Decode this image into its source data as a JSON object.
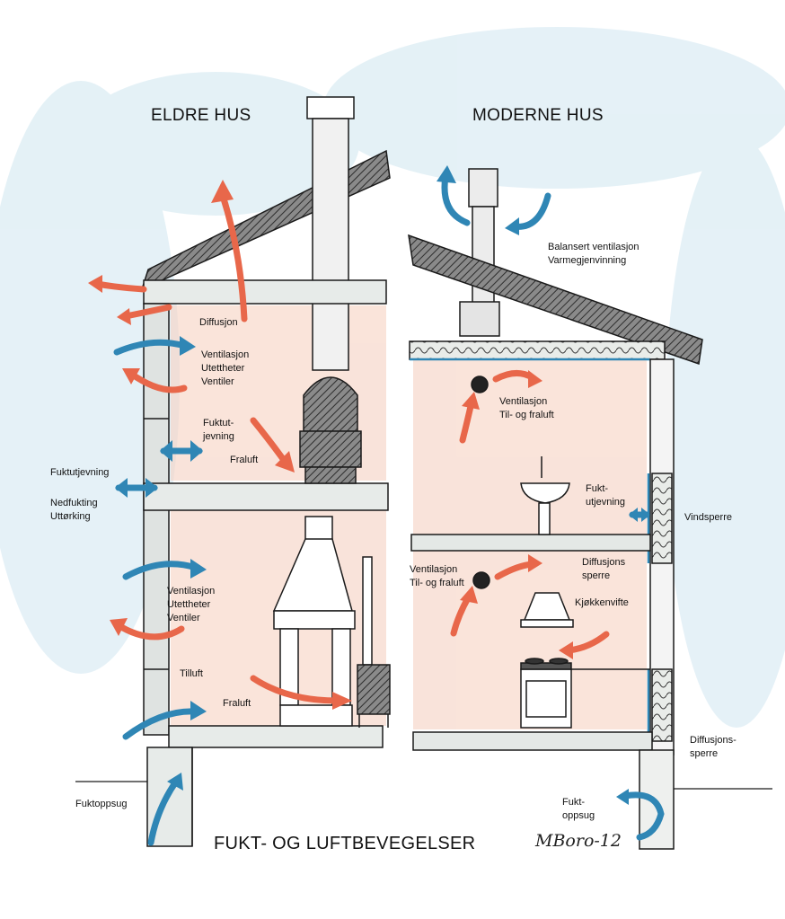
{
  "titles": {
    "older": "ELDRE HUS",
    "modern": "MODERNE HUS",
    "main": "FUKT- OG LUFTBEVEGELSER"
  },
  "signature": "MBoro-12",
  "labels": {
    "diffusjon": "Diffusjon",
    "ventilasjon_top": "Ventilasjon\nUtettheter\nVentiler",
    "fuktutjevning_mid": "Fuktut-\njevning",
    "fraluft_top": "Fraluft",
    "fuktutjevning_wall": "Fuktutjevning",
    "nedfukting": "Nedfukting\nUttørking",
    "ventilasjon_bottom": "Ventilasjon\nUtettheter\nVentiler",
    "tilluft": "Tilluft",
    "fraluft_bottom": "Fraluft",
    "fuktoppsug_left": "Fuktoppsug",
    "balansert": "Balansert ventilasjon\nVarmegjenvinning",
    "ventilasjon_modern_top": "Ventilasjon\nTil- og fraluft",
    "fukt_utjevning_modern": "Fukt-\nutjevning",
    "vindsperre": "Vindsperre",
    "ventilasjon_modern_bottom": "Ventilasjon\nTil- og fraluft",
    "diffusjons_sperre": "Diffusjons\nsperre",
    "kjokkenvifte": "Kjøkkenvifte",
    "diffusjonssperre_bottom": "Diffusjons-\nsperre",
    "fukt_oppsug_right": "Fukt-\noppsug"
  },
  "colors": {
    "warm_arrow": "#e8674a",
    "cool_arrow": "#2f86b5",
    "interior_wash": "#f6d2c2",
    "exterior_wash": "#cfe6f0",
    "wall_grey": "#dfe3e1",
    "roof_dark": "#555555",
    "ink": "#1a1a1a"
  }
}
